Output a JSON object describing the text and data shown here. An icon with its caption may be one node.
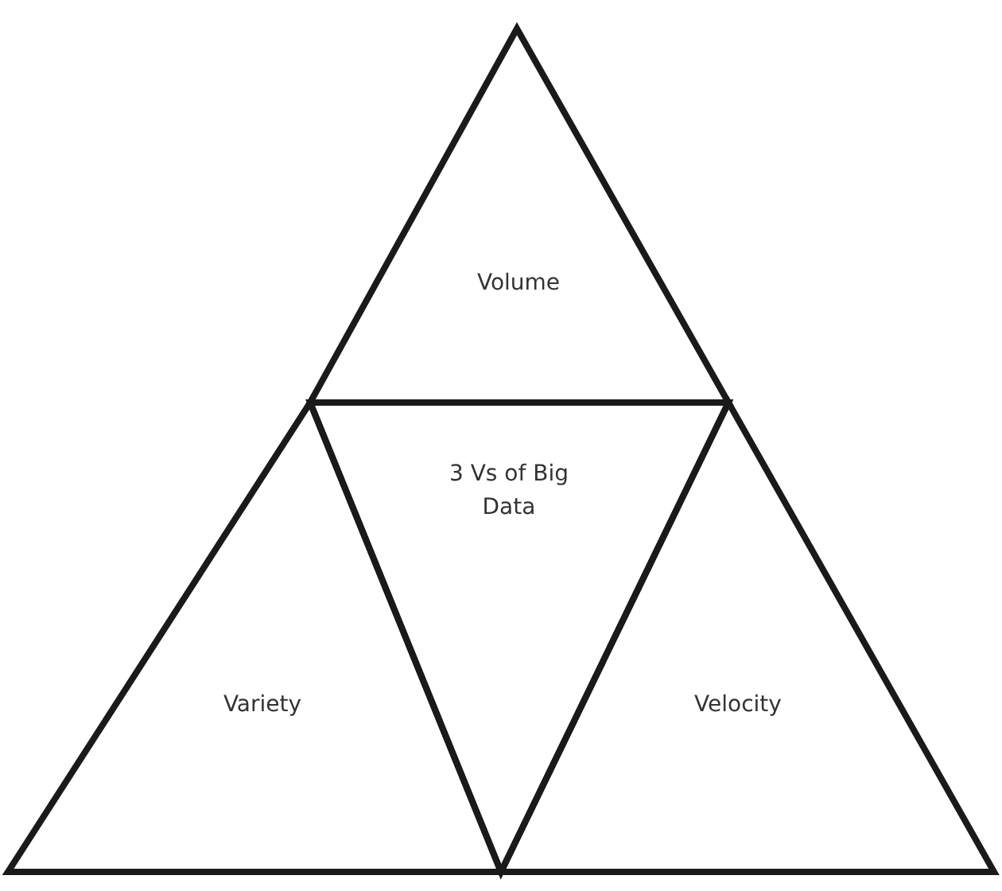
{
  "diagram": {
    "nodes": [
      {
        "text": [
          "Volume"
        ]
      },
      {
        "text": [
          "3 Vs of Big Data"
        ]
      },
      {
        "text": [
          "Variety"
        ]
      },
      {
        "text": [
          "Velocity"
        ]
      }
    ]
  }
}
